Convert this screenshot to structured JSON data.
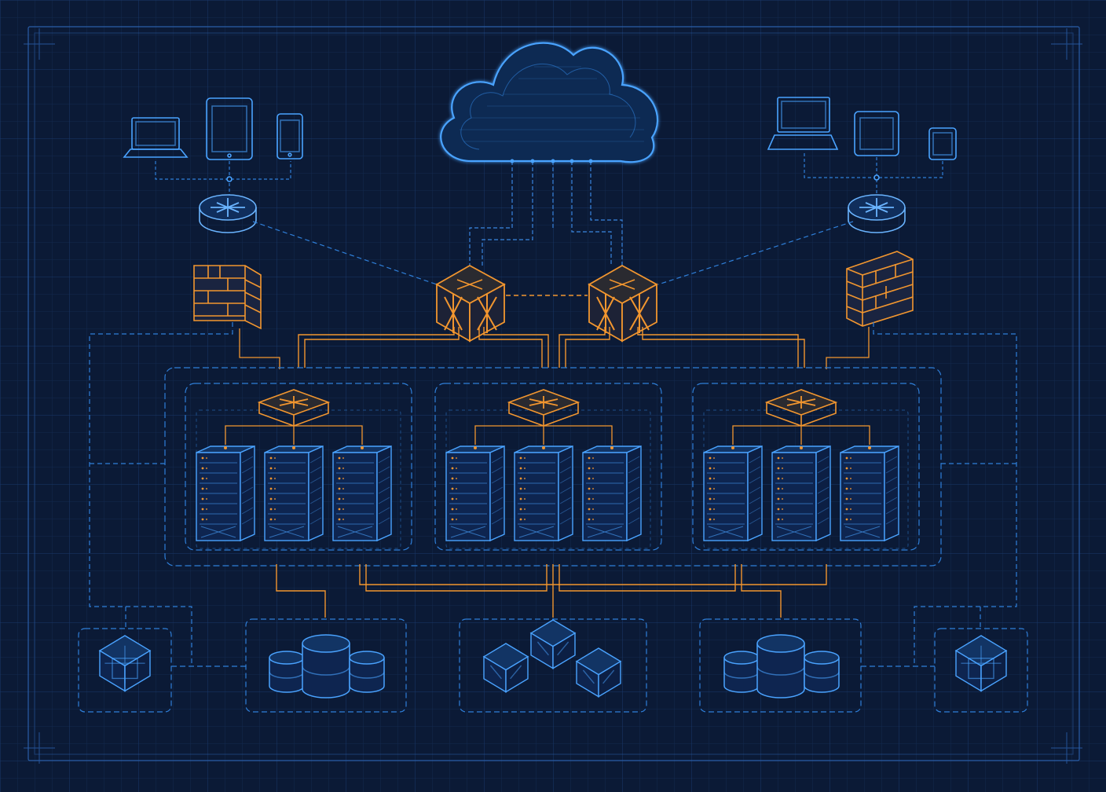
{
  "colors": {
    "background": "#0b1a36",
    "grid": "#16305c",
    "blue_line": "#2f7fd9",
    "blue_bright": "#4aa3ff",
    "orange": "#f2962f",
    "orange_dark": "#c9701c"
  },
  "icons": {
    "cloud": "cloud-icon",
    "laptop": "laptop-icon",
    "tablet": "tablet-icon",
    "phone": "phone-icon",
    "router": "router-icon",
    "firewall": "firewall-icon",
    "core_switch": "core-switch-icon",
    "access_switch": "access-switch-icon",
    "server_rack": "server-rack-icon",
    "database": "database-icon",
    "cube": "cube-icon"
  },
  "diagram": {
    "client_groups": [
      {
        "side": "left",
        "devices": [
          "laptop",
          "tablet",
          "phone"
        ]
      },
      {
        "side": "right",
        "devices": [
          "laptop",
          "tablet",
          "tablet-small"
        ]
      }
    ],
    "core_switch_count": 2,
    "pods": [
      {
        "racks": 3
      },
      {
        "racks": 3
      },
      {
        "racks": 3
      }
    ],
    "storage_blocks": [
      {
        "type": "cube"
      },
      {
        "type": "database-cluster"
      },
      {
        "type": "cube-cluster"
      },
      {
        "type": "database-cluster"
      },
      {
        "type": "cube"
      }
    ]
  }
}
